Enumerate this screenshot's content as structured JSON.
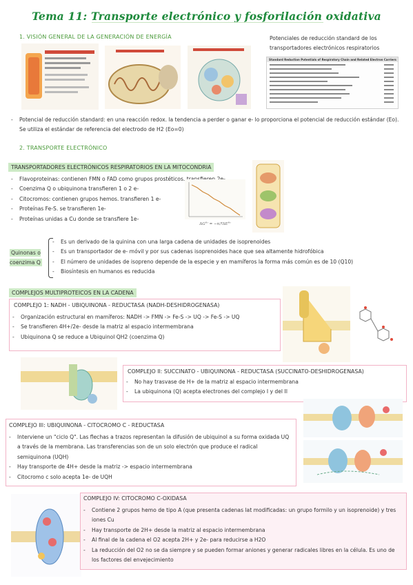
{
  "title": "Tema 11: Transporte electrónico y fosforilación oxidativa",
  "section1": {
    "heading": "1.   VISIÓN GENERAL DE LA GENERACIÓN DE ENERGÍA",
    "right_note": "Potenciales de reducción standard de los transportadores electrónicos respiratorios",
    "table_title": "Standard Reduction Potentials of Respiratory Chain and Related Electron Carriers",
    "bullet": "Potencial de reducción standard: en una reacción redox. la tendencia a perder o ganar e- lo proporciona el potencial de reducción estándar (Eo). Se utiliza el estándar de referencia del electrodo de H2 (Eo=0)"
  },
  "section2": {
    "heading": "2.   TRANSPORTE ELECTRÓNICO",
    "transporters_heading": "TRANSPORTADORES ELECTRÓNICOS RESPIRATORIOS EN LA MITOCONDRIA",
    "transporters": [
      "Flavoproteinas: contienen FMN o FAD como grupos prostéticos. transfieren 2e-",
      "Coenzima Q o ubiquinona transfieren 1 o 2 e-",
      "Citocromos: contienen grupos hemos. transfieren 1 e-",
      "Proteínas Fe-S. se transfieren 1e-",
      "Proteínas unidas a Cu donde se transfiere 1e-"
    ],
    "formula": "ΔG°' = −nℱΔE°'",
    "quinonas_label": "Quinonas o coenzima Q",
    "quinonas": [
      "Es un derivado de la quinina con una larga cadena de unidades de isoprenoides",
      "Es un transportador de e- móvil y por sus cadenas isoprenoides hace que sea altamente hidrofóbica",
      "El número de unidades de isopreno depende de la especie y en mamíferos la forma más común es de 10 (Q10)",
      "Biosíntesis en humanos es reducida"
    ],
    "complejos_heading": "COMPLEJOS MULTIPROTEICOS EN LA CADENA"
  },
  "complejo1": {
    "title": "COMPLEJO 1: NADH - UBIQUINONA - REDUCTASA (NADH-DESHIDROGENASA)",
    "items": [
      "Organización estructural en mamíferos: NADH -> FMN -> Fe-S -> UQ -> Fe-S -> UQ",
      "Se transfieren 4H+/2e- desde la matriz al espacio intermembrana",
      "Ubiquinona Q se reduce a Ubiquinol QH2 (coenzima Q)"
    ]
  },
  "complejo2": {
    "title": "COMPLEJO II: SUCCINATO - UBIQUINONA - REDUCTASA (SUCCINATO-DESHIDROGENASA)",
    "items": [
      "No hay trasvase de H+ de la matriz al espacio intermembrana",
      "La ubiquinona (Q) acepta electrones del complejo I y del II"
    ]
  },
  "complejo3": {
    "title": "COMPLEJO III: UBIQUINONA - CITOCROMO C - REDUCTASA",
    "items": [
      "Interviene un \"ciclo Q\". Las flechas a trazos representan la difusión de ubiquinol a su forma oxidada UQ a través de la membrana. Las transferencias son de un solo electrón que produce el radical semiquinona (UQH)",
      "Hay transporte de 4H+ desde la matriz -> espacio intermembrana",
      "Citocromo c solo acepta 1e- de UQH"
    ]
  },
  "complejo4": {
    "title": "COMPLEJO IV: CITOCROMO C-OXIDASA",
    "items": [
      "Contiene 2 grupos hemo de tipo A (que presenta cadenas lat modificadas: un grupo formilo y un isoprenoide) y tres iones Cu",
      "Hay transporte de 2H+ desde la matriz al espacio intermembrana",
      "Al final de la cadena el O2 acepta 2H+ y 2e- para reducirse a H2O",
      "La reducción del O2 no se da siempre y se pueden formar aniones y generar radicales libres en la célula. Es uno de los factores del envejecimiento"
    ]
  },
  "colors": {
    "title": "#1e8a3c",
    "accent_green": "#cdeac6",
    "pink_border": "#f2b2c6"
  }
}
